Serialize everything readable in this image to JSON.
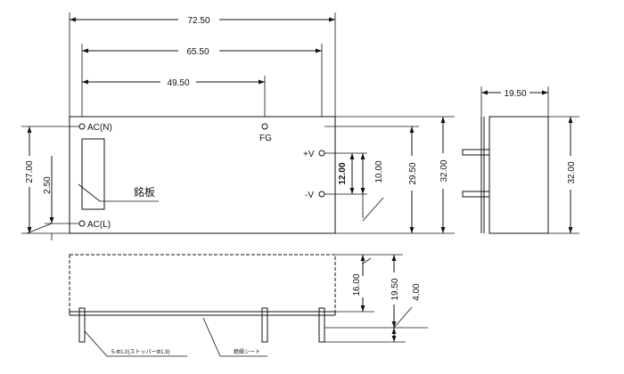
{
  "dimensions": {
    "width_total": "72.50",
    "pitch_outer": "65.50",
    "pitch_fg": "49.50",
    "height_inner": "27.00",
    "offset_left": "2.50",
    "pitch_v": "12.00",
    "offset_v": "10.00",
    "height_mid": "29.50",
    "height_total": "32.00",
    "side_depth": "19.50",
    "side_height": "32.00",
    "bottom_body": "16.00",
    "bottom_total": "19.50",
    "bottom_pin": "4.00"
  },
  "terminals": {
    "ac_n": "AC(N)",
    "ac_l": "AC(L)",
    "fg": "FG",
    "v_plus": "+V",
    "v_minus": "-V"
  },
  "notes": {
    "nameplate": "銘板",
    "pins": "5-Φ1.0(ストッパーΦ1.9)",
    "insulation_sheet": "絶縁シート"
  }
}
